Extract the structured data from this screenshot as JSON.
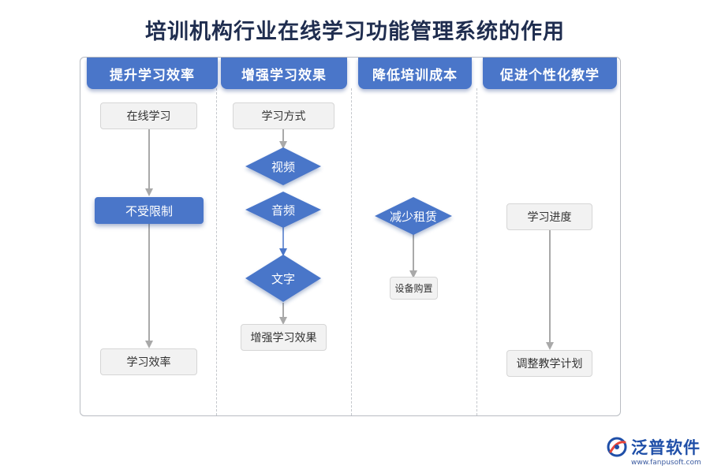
{
  "title": "培训机构行业在线学习功能管理系统的作用",
  "lanes": [
    {
      "header": "提升学习效率",
      "nodes": [
        "在线学习",
        "不受限制",
        "学习效率"
      ]
    },
    {
      "header": "增强学习效果",
      "nodes": [
        "学习方式",
        "视频",
        "音频",
        "文字",
        "增强学习效果"
      ]
    },
    {
      "header": "降低培训成本",
      "nodes": [
        "减少租赁",
        "设备购置"
      ]
    },
    {
      "header": "促进个性化教学",
      "nodes": [
        "学习进度",
        "调整教学计划"
      ]
    }
  ],
  "colors": {
    "lane_header": "#4a76c9",
    "title": "#1f2d4f",
    "box_bg": "#f2f2f2",
    "arrow": "#a9a9a9"
  },
  "logo": {
    "name": "泛普软件",
    "url": "www.fanpusoft.com",
    "icon": "fanpu-logo-icon"
  }
}
